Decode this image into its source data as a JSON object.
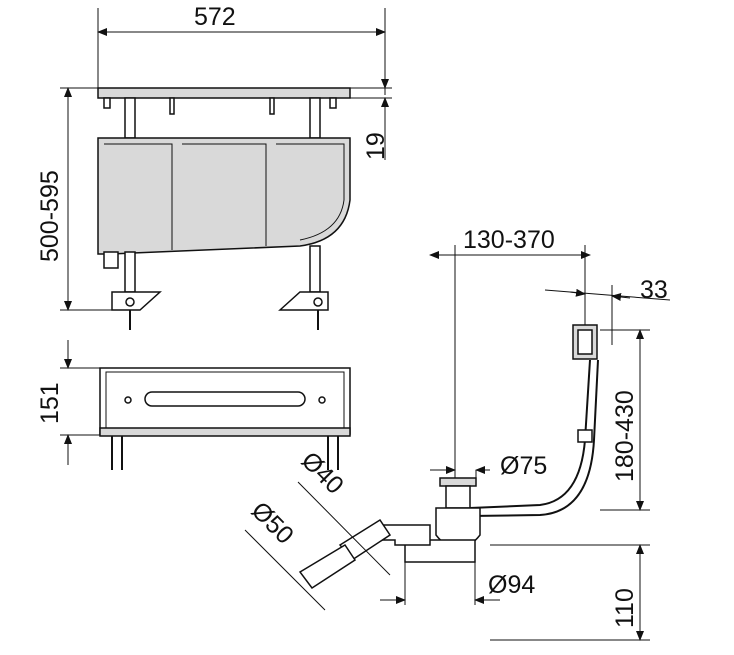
{
  "drawing": {
    "title_dims": {
      "width": "572",
      "plate_thickness": "19",
      "height_range": "500-595",
      "box_height": "151",
      "offset_range": "130-370",
      "overflow_offset": "33",
      "overflow_height_range": "180-430",
      "waste_diameter": "Ø75",
      "pipe_diameter_40": "Ø40",
      "pipe_diameter_50": "Ø50",
      "trap_diameter": "Ø94",
      "trap_height": "110"
    }
  }
}
